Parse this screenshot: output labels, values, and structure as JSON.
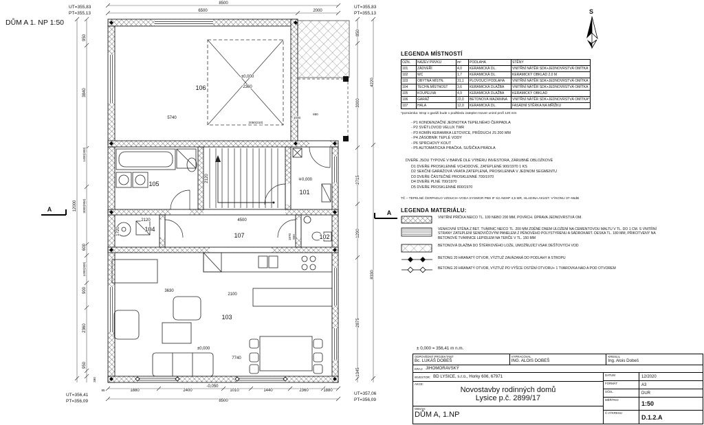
{
  "page": {
    "title": "DŮM A 1. NP 1:50"
  },
  "compass": {
    "label": "S"
  },
  "section": {
    "label": "A"
  },
  "levels": {
    "top_left_ut": "UT=355,83",
    "top_left_pt": "PT=355,13",
    "top_right_ut": "UT=355,83",
    "top_right_pt": "PT=355,13",
    "bottom_left_ut": "UT=356,41",
    "bottom_left_pt": "PT=356,09",
    "bottom_right_ut": "UT=357,06",
    "bottom_right_pt": "PT=356,09"
  },
  "rooms": {
    "r101": "101",
    "r102": "102",
    "r103": "103",
    "r104": "104",
    "r105": "105",
    "r106": "106",
    "r107": "107"
  },
  "plan_labels": {
    "lvl_garage": "±0,000",
    "lvl_main": "±0,000",
    "lvl_entry": "∓0,000",
    "lvl_terrace": "-0,050"
  },
  "dims": {
    "top_overall": "8500",
    "top_6500": "6500",
    "top_2000": "2000",
    "left_overall": "12000",
    "left_950a": "950",
    "left_3840": "3840",
    "left_1400": "1400(300)",
    "left_3000": "3000(950)",
    "left_600": "600",
    "left_1000": "1000(300)",
    "left_900": "900",
    "left_2360": "2360",
    "left_950b": "950",
    "left_380": "380",
    "right_850": "850",
    "right_4220": "4220",
    "right_3000": "3000",
    "right_2715": "2715",
    "right_1290": "1290",
    "right_8330": "8330",
    "right_2875": "2875",
    "right_1345": "1345",
    "bottom_85": "85",
    "bottom_1880a": "1880",
    "bottom_2400": "2400",
    "bottom_1010": "1010",
    "bottom_1440": "1440",
    "bottom_2360": "2360",
    "bottom_1880b": "1880",
    "bottom_overall": "8500",
    "in_5740": "5740",
    "in_2050": "2050(310)",
    "in_1000": "1000",
    "in_880": "880",
    "in_2360": "2360",
    "in_2120a": "2120",
    "in_2120b": "2120",
    "in_4500": "4500",
    "in_1720": "1720",
    "in_3630": "3630",
    "in_2100": "2100",
    "in_7740": "7740",
    "in_1970": "1970",
    "in_900": "900"
  },
  "legend_rooms": {
    "title": "LEGENDA MÍSTNOSTÍ",
    "headers": [
      "OZN.",
      "NÁZEV PRVKU",
      "m²",
      "PODLAHA",
      "STĚNY"
    ],
    "rows": [
      {
        "ozn": "101",
        "nazev": "ZÁDVEŘÍ",
        "m2": "4,0",
        "podlaha": "KERAMICKÁ DL.",
        "steny": "VNITŘNÍ NÁTĚR SDK+JEDNOVRSTVÁ OMÍTKA"
      },
      {
        "ozn": "102",
        "nazev": "WC",
        "m2": "1,7",
        "podlaha": "KERAMICKÁ DL.",
        "steny": "KERAMICKÝ OBKLAD 2,0 M"
      },
      {
        "ozn": "103",
        "nazev": "OBYTNÁ MÍSTN.",
        "m2": "31,1",
        "podlaha": "PLOVOUCÍ PODLAHA",
        "steny": "VNITŘNÍ NÁTĚR SDK+JEDNOVRSTVÁ OMÍTKA"
      },
      {
        "ozn": "104",
        "nazev": "TECHN.MÍSTNOST",
        "m2": "3,6",
        "podlaha": "KERAMICKÁ DLAŽBA",
        "steny": "VNITŘNÍ NÁTĚR SDK+JEDNOVRSTVÁ OMÍTKA"
      },
      {
        "ozn": "105",
        "nazev": "KOUPELNA",
        "m2": "4,9",
        "podlaha": "KERAMICKÁ DLAŽBA",
        "steny": "KERAMICKÝ OBKLAD"
      },
      {
        "ozn": "106",
        "nazev": "GARÁŽ",
        "m2": "22,0",
        "podlaha": "BETONOVÁ MAZANINA",
        "steny": "VNITŘNÍ NÁTĚR SDK+JEDNOVRSTVÁ OMÍTKA*"
      },
      {
        "ozn": "107",
        "nazev": "HALA",
        "m2": "12,0",
        "podlaha": "KERAMICKÁ DL.",
        "steny": "FASÁDNÍ STĚRKA NA MŘÍŽKU"
      }
    ],
    "footnote": "*poznámka: strop v garáži bude v podhledu zateplen Isover unirol profi 120 mm"
  },
  "notes": {
    "p_items": [
      "- P1 KONDENZAČNÍ JEDNOTKA TEPELNÉHO ČERPADLA",
      "- P2 SVĚTLOVOD VELUX TWR",
      "- P3 KOMÍN KERAMIKA LETOVICE, PRŮDUCH JS 200 MM",
      "- P4 ZÁSOBNÍK TEPLÉ VODY",
      "- P6 SPRCHOVÝ KOUT",
      "- P5 AUTOMATICKÁ PRAČKA, SUŠIČKA PRÁDLA"
    ],
    "door_note": "DVEŘE JSOU TYPOVÉ V BARVĚ DLE VÝBĚRU INVESTORA, ZÁRUBNĚ OBLOŽKOVÉ",
    "d_items": [
      "D1 DVEŘE PROSKLENNÉ VCHODOVÉ, ZATEPLENÉ 900/1970 1 KS",
      "D2 SEKČNÍ GARÁŽOVÁ VRATA ZATEPLENÁ, PROSKLENNÁ V JEDNOM SEGMENTU",
      "D3 DVEŘE ČÁSTEČNĚ PROSKLENNÉ 700/1970",
      "D4 DVEŘE PLNÉ 700/1970",
      "D5 DVEŘE PROSKLENNÉ 800/1970"
    ],
    "tc_note": "TČ – TEPELNÉ ČERPADLO VZDUCH–VODA SYSMGR PBS IF S2 AWHP 4,5 MR, HLADINA AKUST. VÝKONU 37–55dB"
  },
  "legend_material": {
    "title": "LEGENDA MATERIÁLU:",
    "items": [
      "VNITŘNÍ PŘÍČKA NEICO TL. 100 NEBO 200 MM, POVRCH. ÚPRAVA JEDNOVRSTVÁ OM.",
      "VENKOVNÍ STĚNA Z BET. TVÁRNIC NEICO TL. 200 MM ZDĚNÉ DNEM ULOŽENÍ NA CEMENTOVOU MALTU V TL. DO 1 CM. S VNITŘNÍ STRANY ZATEPLENÍ SENDVIČOVÝM PANELEM Z PĚNOVÉHO POLYSTYRENU A SÁDROKART. DESKA TL. 180 MM, PŘIKOTVENÝ NA BETONOVÉ TVÁRNICE LEPIDLEM NA TERČE V TL. 150 MM",
      "BETONOVÁ DLAŽBA DO ŠTĚRKOVÉHO LOŽE, UMOŽŇUJÍCÍ VSAK DEŠŤOVÝCH VOD",
      "BETONG 20 HRANATÝ OTVOR, VÝZTUŽ ZAVÁZANÁ DO PODLAHY A STROPU",
      "BETONG 20 HRANATÝ OTVOR, VÝZTUŽ PO VÝŠCE OSTĚNÍ OTVORU+ 1 TVAROVKA NAD A POD OTVOREM"
    ]
  },
  "titleblock": {
    "zero_note": "± 0,000 = 356,41 m n.m.",
    "resp_label": "ODPOVĚDNÝ PROJEKTANT",
    "resp": "Bc. LUKÁŠ DOBEŠ",
    "vypracoval_label": "VYPRACOVAL",
    "vypracoval": "ING. ALOIS DOBEŠ",
    "kreslil_label": "KRESLIL",
    "kreslil": "Ing. Alois Dobeš",
    "kraj_label": "KRAJ:",
    "kraj": "JIHOMORAVSKÝ",
    "investor_label": "INVESTOR:",
    "investor": "BD LYSICE, s.r.o., Horky 606, 67971",
    "akce_label": "AKCE:",
    "akce_line1": "Novostavby rodinných domů",
    "akce_line2": "Lysice p.č. 2899/17",
    "obsah_label": "OBSAH:",
    "obsah": "DŮM A, 1.NP",
    "datum_label": "DATUM",
    "datum": "12/2020",
    "format_label": "FORMÁT",
    "format": "A3",
    "ucel_label": "ÚČEL",
    "ucel": "DUR",
    "meritko_label": "MĚŘÍTKO",
    "meritko": "1:50",
    "cvykresu_label": "Č.VÝKRESU",
    "cvykresu": "D.1.2.A"
  }
}
